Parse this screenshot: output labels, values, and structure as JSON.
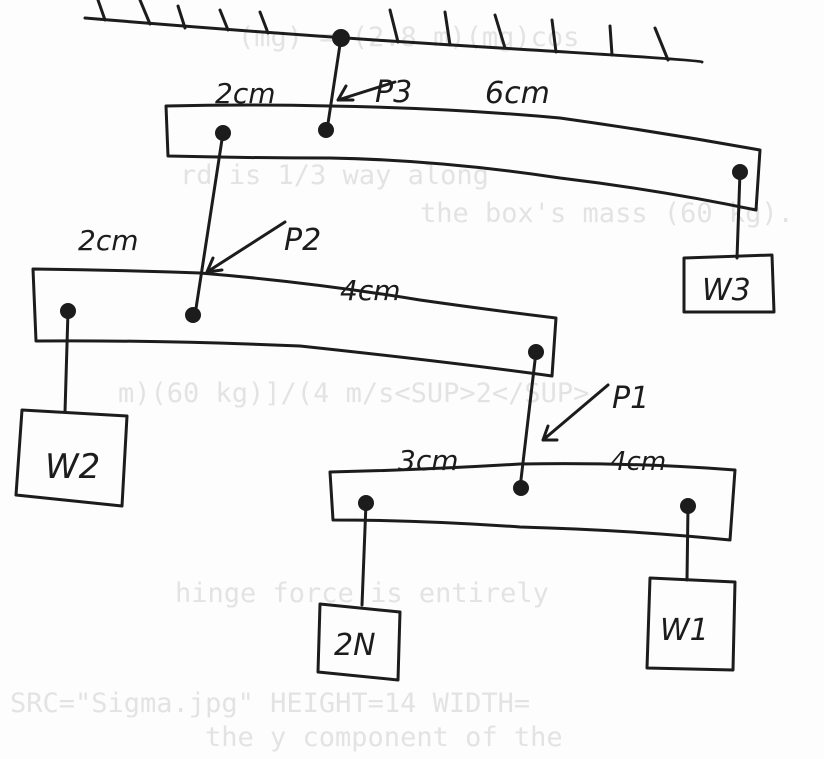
{
  "background_text": [
    "(mg) = (2.8 m)(mg)cos",
    "rd is 1/3 way along",
    "the box's mass (60 kg).",
    "m)(60 kg)]/(4 m/s<SUP>2</SUP>",
    "hinge force is entirely",
    "SRC=\"Sigma.jpg\" HEIGHT=14 WIDTH=",
    "the y component of the"
  ],
  "labels": {
    "p3": "P3",
    "p2": "P2",
    "p1": "P1",
    "beam3_left": "2cm",
    "beam3_right": "6cm",
    "beam2_left": "2cm",
    "beam2_right": "4cm",
    "beam1_left": "3cm",
    "beam1_right": "4cm"
  },
  "weights": {
    "w3": "W3",
    "w2": "W2",
    "w1": "W1",
    "known": "2N"
  }
}
